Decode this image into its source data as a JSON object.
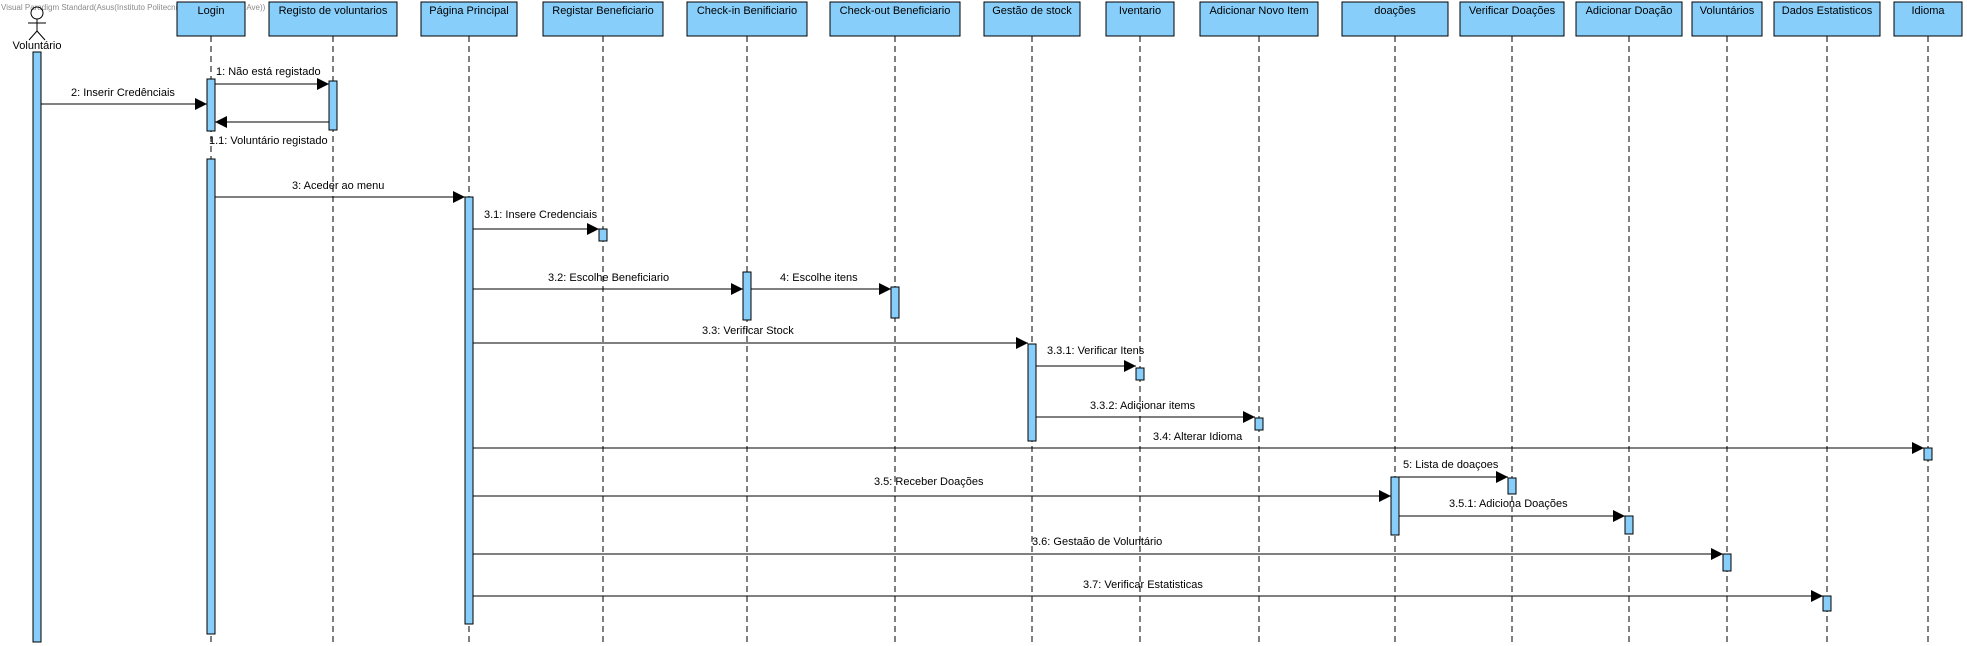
{
  "watermark": "Visual Paradigm Standard(Asus(Instituto Politecnico do Cavado e do Ave))",
  "colors": {
    "fill": "#87cefa",
    "stroke": "#000000"
  },
  "actor": {
    "name": "Voluntário",
    "icon": "stick-figure-icon"
  },
  "lifelines": [
    {
      "id": "login",
      "label": "Login"
    },
    {
      "id": "registo",
      "label": "Registo de voluntarios"
    },
    {
      "id": "principal",
      "label": "Página Principal"
    },
    {
      "id": "registar-benef",
      "label": "Registar Beneficiario"
    },
    {
      "id": "checkin",
      "label": "Check-in Benificiario"
    },
    {
      "id": "checkout",
      "label": "Check-out Beneficiario"
    },
    {
      "id": "stock",
      "label": "Gestão de stock"
    },
    {
      "id": "inventario",
      "label": "Iventario"
    },
    {
      "id": "novo-item",
      "label": "Adicionar Novo Item"
    },
    {
      "id": "doacoes",
      "label": "doações"
    },
    {
      "id": "verificar-doacoes",
      "label": "Verificar Doações"
    },
    {
      "id": "adicionar-doacao",
      "label": "Adicionar Doação"
    },
    {
      "id": "voluntarios",
      "label": "Voluntários"
    },
    {
      "id": "estatisticos",
      "label": "Dados Estatisticos"
    },
    {
      "id": "idioma",
      "label": "Idioma"
    }
  ],
  "messages": [
    {
      "id": "m1",
      "text": "1: Não está registado"
    },
    {
      "id": "m2",
      "text": "2: Inserir Credênciais"
    },
    {
      "id": "m11",
      "text": "1.1: Voluntário registado"
    },
    {
      "id": "m3",
      "text": "3: Aceder ao menu"
    },
    {
      "id": "m31",
      "text": "3.1: Insere Credenciais"
    },
    {
      "id": "m32",
      "text": "3.2: Escolhe Beneficiario"
    },
    {
      "id": "m4",
      "text": "4: Escolhe itens"
    },
    {
      "id": "m33",
      "text": "3.3: Verificar Stock"
    },
    {
      "id": "m331",
      "text": "3.3.1: Verificar Itens"
    },
    {
      "id": "m332",
      "text": "3.3.2: Adicionar items"
    },
    {
      "id": "m34",
      "text": "3.4: Alterar Idioma"
    },
    {
      "id": "m5",
      "text": "5: Lista de doaçoes"
    },
    {
      "id": "m35",
      "text": "3.5: Receber Doações"
    },
    {
      "id": "m351",
      "text": "3.5.1: Adiciona Doações"
    },
    {
      "id": "m36",
      "text": "3.6: Gestaão de Voluntário"
    },
    {
      "id": "m37",
      "text": "3.7: Verificar Estatisticas"
    }
  ]
}
